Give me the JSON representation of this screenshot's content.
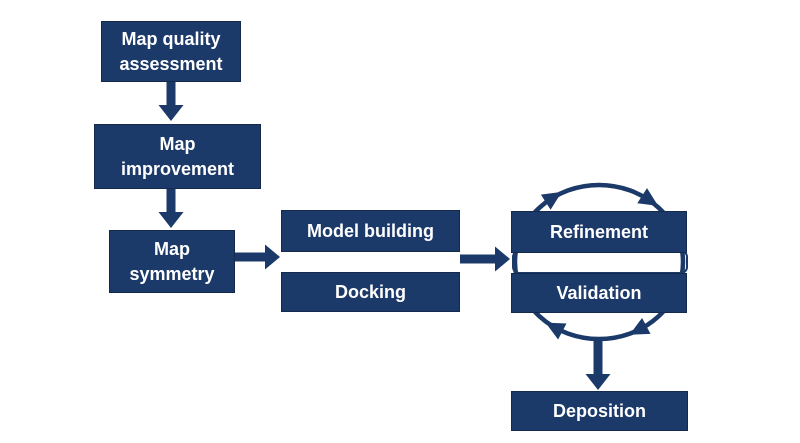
{
  "diagram": {
    "type": "flowchart",
    "background": "#ffffff",
    "colors": {
      "node_fill": "#1c3a69",
      "node_border": "#14294c",
      "node_text": "#ffffff",
      "arrow": "#1c3a69",
      "connector_fill": "#ffffff"
    },
    "nodes": [
      {
        "id": "map-quality-assessment",
        "label": "Map quality assessment",
        "lines": [
          "Map quality",
          "assessment"
        ]
      },
      {
        "id": "map-improvement",
        "label": "Map improvement",
        "lines": [
          "Map",
          "improvement"
        ]
      },
      {
        "id": "map-symmetry",
        "label": "Map symmetry",
        "lines": [
          "Map",
          "symmetry"
        ]
      },
      {
        "id": "model-building",
        "label": "Model building",
        "lines": [
          "Model building"
        ]
      },
      {
        "id": "docking",
        "label": "Docking",
        "lines": [
          "Docking"
        ]
      },
      {
        "id": "refinement",
        "label": "Refinement",
        "lines": [
          "Refinement"
        ]
      },
      {
        "id": "validation",
        "label": "Validation",
        "lines": [
          "Validation"
        ]
      },
      {
        "id": "deposition",
        "label": "Deposition",
        "lines": [
          "Deposition"
        ]
      }
    ],
    "edges": [
      {
        "from": "Map quality assessment",
        "to": "Map improvement",
        "type": "arrow-down"
      },
      {
        "from": "Map improvement",
        "to": "Map symmetry",
        "type": "arrow-down"
      },
      {
        "from": "Map symmetry",
        "to": "Model building + Docking",
        "type": "arrow-right"
      },
      {
        "from": "Model building + Docking",
        "to": "Refinement + Validation",
        "type": "arrow-right"
      },
      {
        "from": "Refinement + Validation",
        "to": "Deposition",
        "type": "arrow-down"
      },
      {
        "between": "Refinement + Validation",
        "type": "clockwise-iteration-cycle"
      }
    ]
  }
}
